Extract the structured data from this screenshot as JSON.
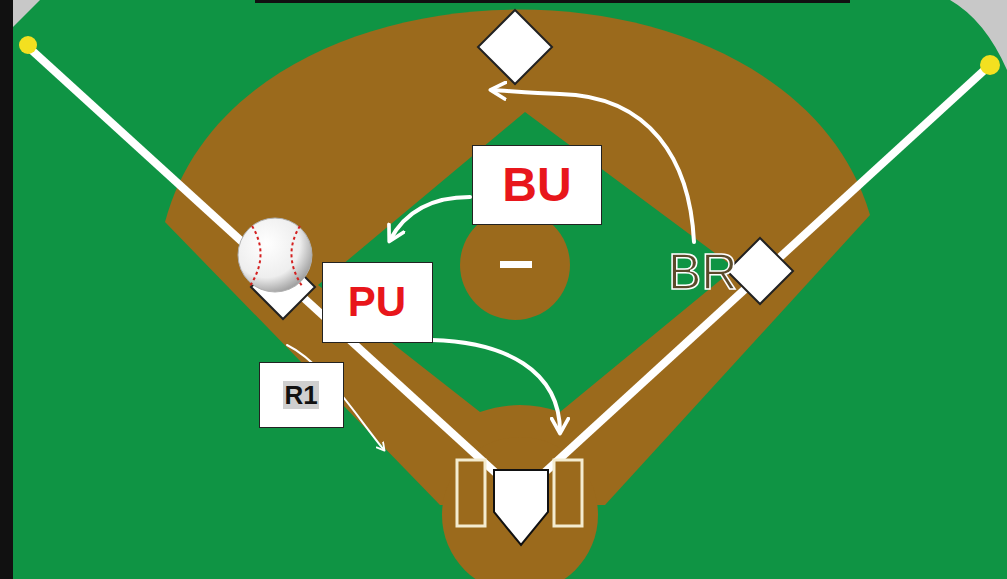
{
  "diagram": {
    "nodes": [
      {
        "text": [
          "BU"
        ]
      },
      {
        "text": [
          "PU"
        ]
      },
      {
        "text": [
          "R1"
        ]
      }
    ],
    "labels": [
      "BR"
    ]
  }
}
